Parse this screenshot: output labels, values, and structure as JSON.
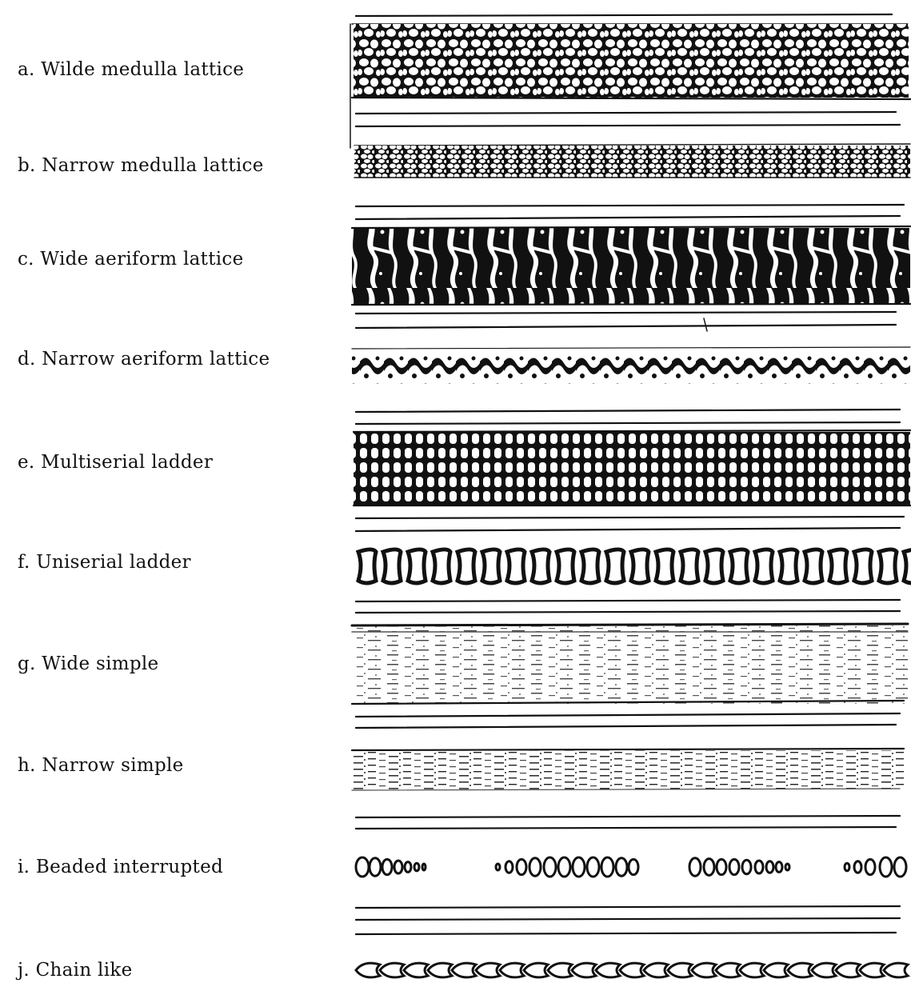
{
  "labels": [
    "a. Wilde medulla lattice",
    "b. Narrow medulla lattice",
    "c. Wide aeriform lattice",
    "d. Narrow aeriform lattice",
    "e. Multiserial ladder",
    "f. Uniserial ladder",
    "g. Wide simple",
    "h. Narrow simple",
    "i. Beaded interrupted",
    "j. Chain like"
  ],
  "colors": {
    "ink": "#111111",
    "paper": "#ffffff"
  }
}
